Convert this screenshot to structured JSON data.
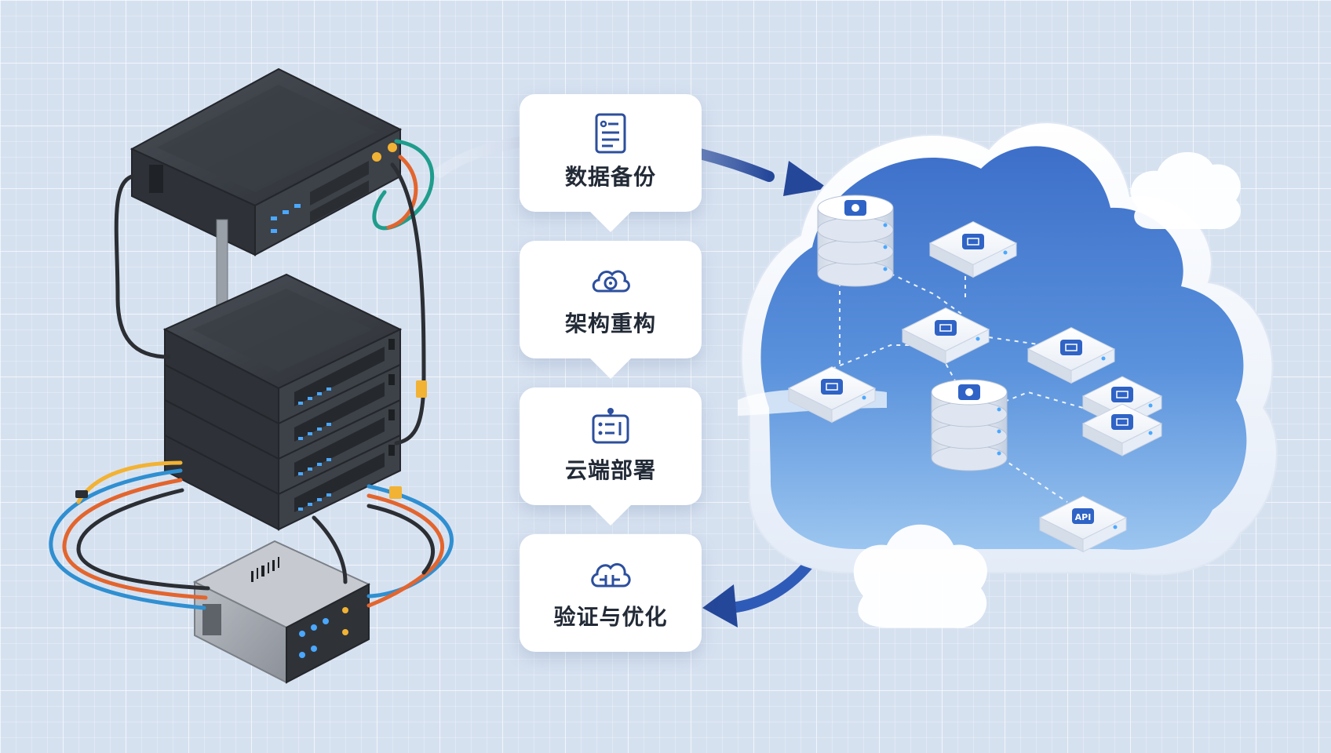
{
  "steps": [
    {
      "label": "数据备份",
      "icon": "document-list-icon"
    },
    {
      "label": "架构重构",
      "icon": "cloud-gear-icon"
    },
    {
      "label": "云端部署",
      "icon": "deploy-board-icon"
    },
    {
      "label": "验证与优化",
      "icon": "cloud-network-icon"
    }
  ],
  "cloud": {
    "api_tile_label": "API",
    "accent_color": "#2f63c6",
    "cloud_color": "#6f9be0"
  },
  "colors": {
    "server_body": "#3b3f46",
    "cable_blue": "#2f8fd1",
    "cable_orange": "#e3652e",
    "cable_teal": "#1f9d8c",
    "cable_yellow": "#f2b233",
    "arrow_navy": "#25479a"
  }
}
